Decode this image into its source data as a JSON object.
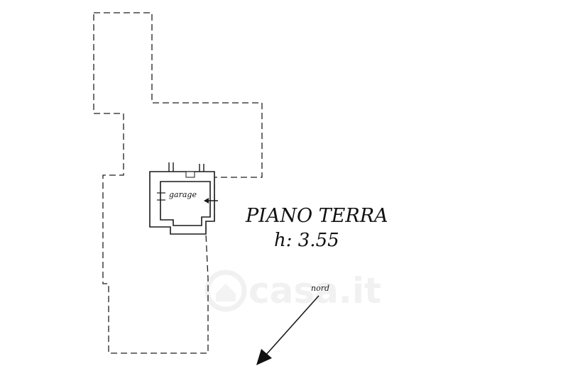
{
  "plan": {
    "title": "PIANO TERRA",
    "height_label": "h: 3.55",
    "room_label": "garage",
    "north_label": "nord"
  },
  "watermark": {
    "text": "casa.it"
  },
  "colors": {
    "line": "#1a1a1a",
    "wall_fill": "#ffffff",
    "watermark": "#f1f1f1"
  },
  "icons": {
    "north_arrow": "arrow-southwest",
    "entry_arrow": "arrow-left",
    "watermark_logo": "house-circle"
  }
}
